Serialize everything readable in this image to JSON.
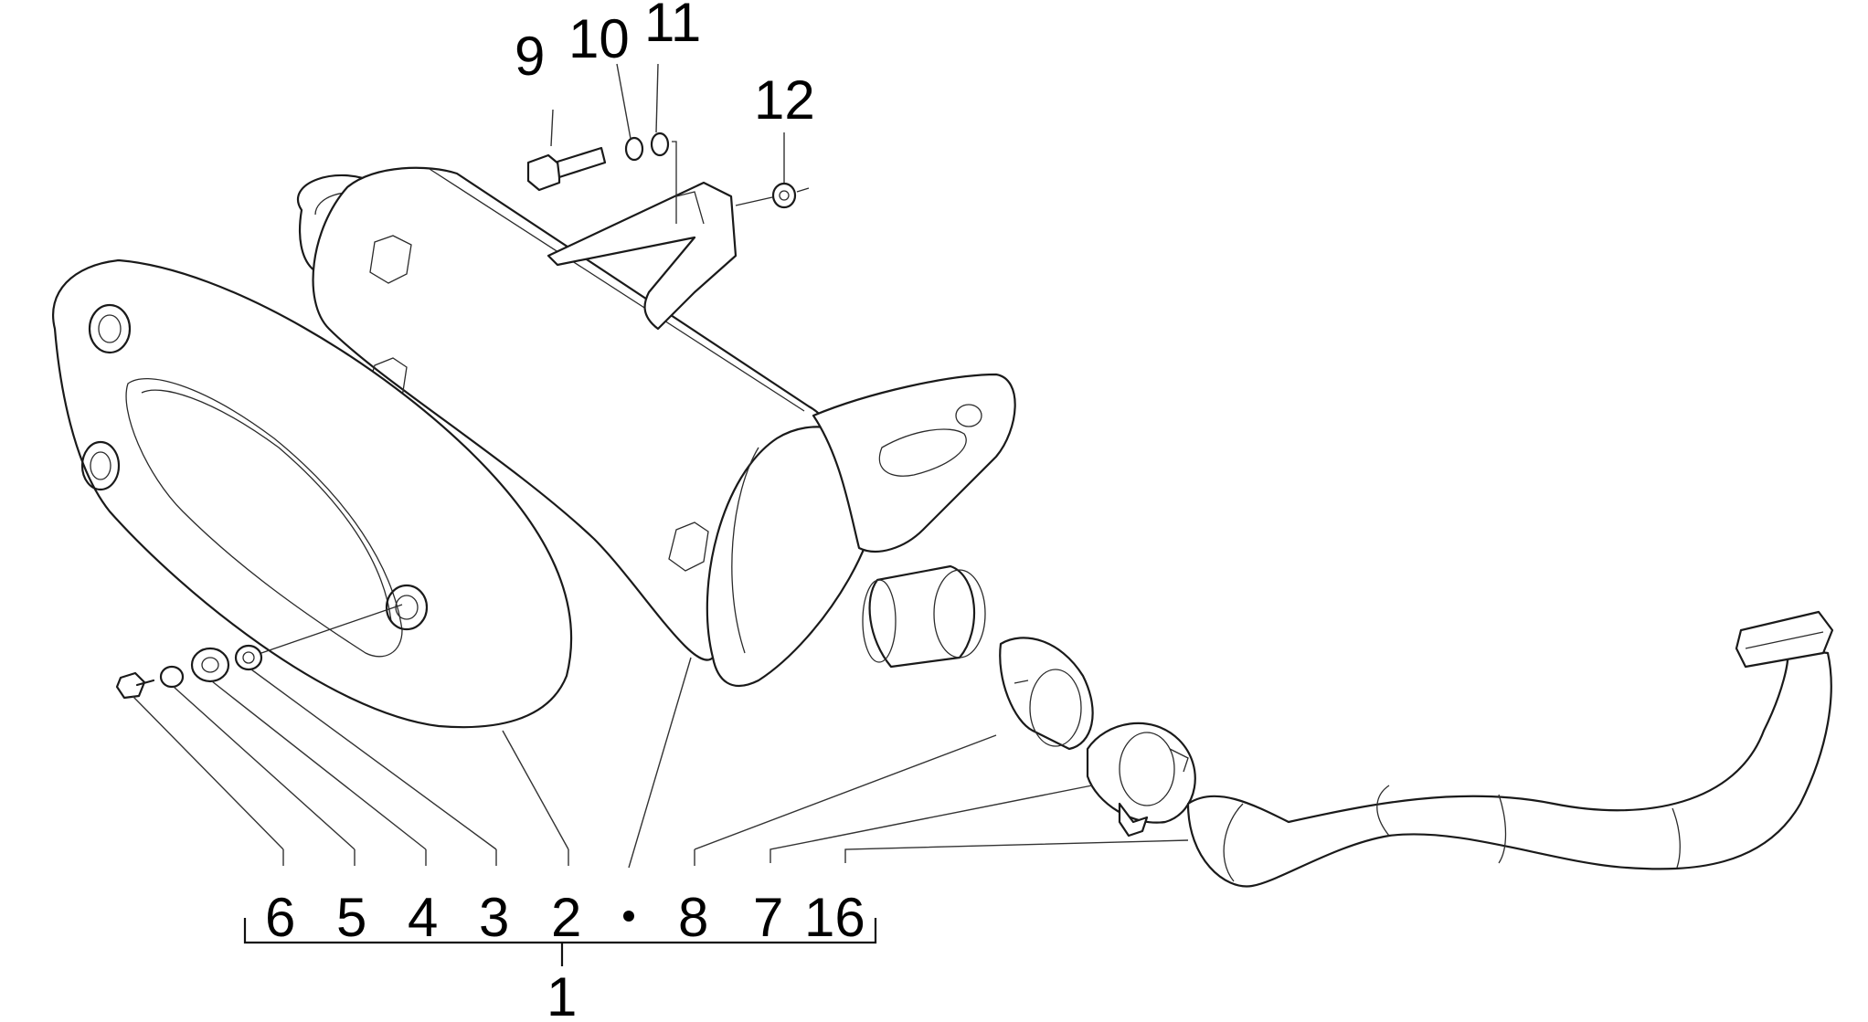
{
  "diagram": {
    "callouts": {
      "c1": "1",
      "c2": "2",
      "c3": "3",
      "c4": "4",
      "c5": "5",
      "c6": "6",
      "c7": "7",
      "c8": "8",
      "c9": "9",
      "c10": "10",
      "c11": "11",
      "c12": "12",
      "c16": "16",
      "bullet": "•"
    }
  }
}
